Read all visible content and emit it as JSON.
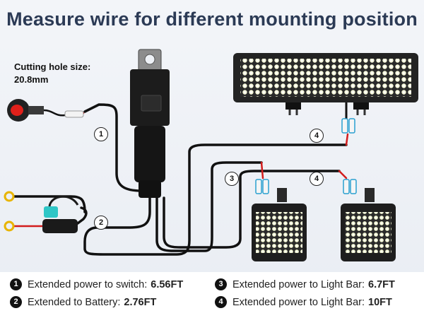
{
  "title": "Measure wire for different mounting position",
  "hole_size": {
    "label": "Cutting hole size:",
    "value": "20.8mm"
  },
  "callouts": [
    "1",
    "2",
    "3",
    "4",
    "4"
  ],
  "legend": [
    {
      "num": "1",
      "text": "Extended power to switch:",
      "value": "6.56FT"
    },
    {
      "num": "2",
      "text": "Extended to Battery:",
      "value": "2.76FT"
    },
    {
      "num": "3",
      "text": "Extended power to Light Bar:",
      "value": "6.7FT"
    },
    {
      "num": "4",
      "text": "Extended power to Light Bar:",
      "value": "10FT"
    }
  ],
  "colors": {
    "title": "#2b3a55",
    "wire": "#111111",
    "red_wire": "#d21c1c",
    "fuse": "#2ec6c6",
    "terminal": "#e8b400",
    "switch": "#e0201a"
  },
  "icons": [
    "relay-icon",
    "rocker-switch-icon",
    "fuse-holder-icon",
    "ring-terminal-icon",
    "led-light-bar-icon",
    "led-pod-light-icon",
    "connector-icon"
  ]
}
